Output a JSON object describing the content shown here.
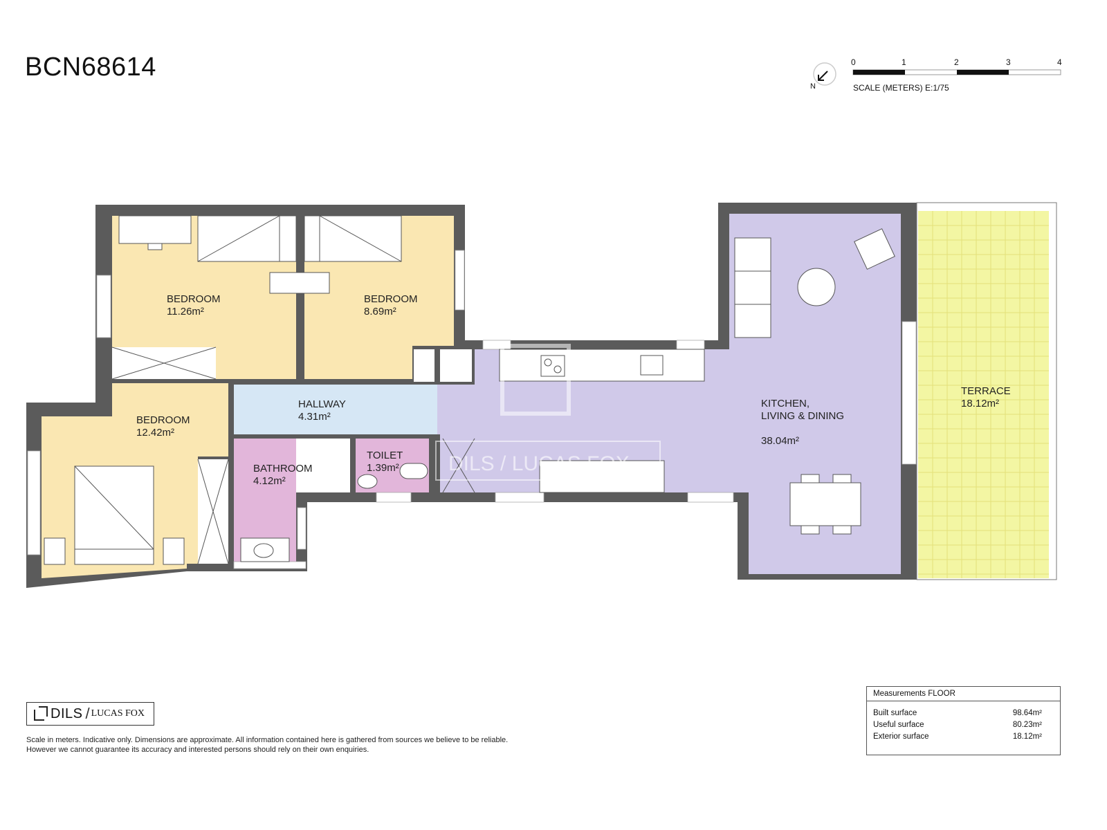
{
  "title": "BCN68614",
  "scale": {
    "ticks": [
      "0",
      "1",
      "2",
      "3",
      "4"
    ],
    "caption": "SCALE (METERS) E:1/75",
    "north_label": "N",
    "north_icon": "north-arrow-icon"
  },
  "rooms": [
    {
      "name": "BEDROOM",
      "area": "11.26m²"
    },
    {
      "name": "BEDROOM",
      "area": "8.69m²"
    },
    {
      "name": "BEDROOM",
      "area": "12.42m²"
    },
    {
      "name": "HALLWAY",
      "area": "4.31m²"
    },
    {
      "name": "BATHROOM",
      "area": "4.12m²"
    },
    {
      "name": "TOILET",
      "area": "1.39m²"
    },
    {
      "name": "KITCHEN,\nLIVING & DINING",
      "area": "38.04m²"
    },
    {
      "name": "TERRACE",
      "area": "18.12m²"
    }
  ],
  "colors": {
    "wall": "#5b5b5b",
    "bedroom": "#fae7b2",
    "hallway": "#d6e7f5",
    "bathroom": "#e2b6da",
    "kitchen": "#d0c9e9",
    "terrace": "#f3f6a3"
  },
  "logo": {
    "brand": "DILS",
    "partner": "LUCAS FOX"
  },
  "watermark": "DILS / LUCAS FOX",
  "disclaimer": [
    "Scale in meters. Indicative only. Dimensions are approximate. All information contained here is gathered from sources we believe to be reliable.",
    "However we cannot guarantee its accuracy and interested persons should rely on their own enquiries."
  ],
  "measurements": {
    "header": "Measurements FLOOR",
    "rows": [
      {
        "label": "Built surface",
        "value": "98.64m²"
      },
      {
        "label": "Useful surface",
        "value": "80.23m²"
      },
      {
        "label": "Exterior surface",
        "value": "18.12m²"
      }
    ]
  }
}
